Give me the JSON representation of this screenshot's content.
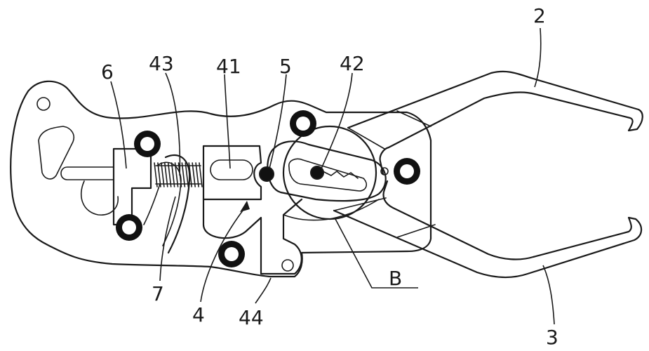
{
  "labels": {
    "l2": "2",
    "l3": "3",
    "l4": "4",
    "l5": "5",
    "l6": "6",
    "l7": "7",
    "l41": "41",
    "l42": "42",
    "l43": "43",
    "l44": "44",
    "lB": "B"
  }
}
